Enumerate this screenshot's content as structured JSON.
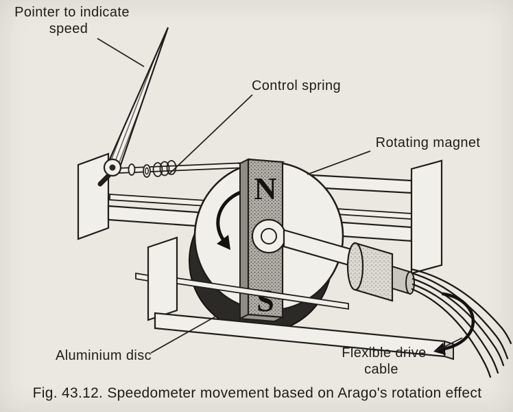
{
  "figure": {
    "caption": "Fig. 43.12. Speedometer movement based on Arago's rotation effect"
  },
  "annotations": {
    "pointer": {
      "line1": "Pointer to indicate",
      "line2": "speed"
    },
    "control_spring": {
      "text": "Control spring"
    },
    "rotating_magnet": {
      "text": "Rotating magnet"
    },
    "aluminium_disc": {
      "text": "Aluminium disc"
    },
    "flexible_drive_cable": {
      "line1": "Flexible drive",
      "line2": "cable"
    }
  },
  "magnet": {
    "north_label": "N",
    "south_label": "S"
  },
  "colors": {
    "paper": "#ebe8e2",
    "ink": "#201e1a",
    "magnet_bar_stipple": "#b3b0aa",
    "aluminium_disc_shadow": "#2c2a27",
    "coupling_gray": "#dcd9d3"
  }
}
